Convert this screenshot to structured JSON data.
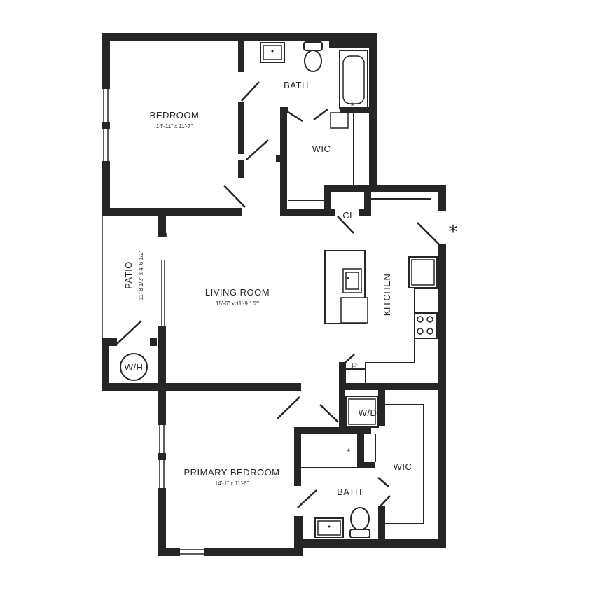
{
  "rooms": {
    "bedroom": {
      "name": "BEDROOM",
      "dims": "14'-11\" x 11'-7\""
    },
    "bath_upper": {
      "name": "BATH"
    },
    "wic_upper": {
      "name": "WIC"
    },
    "closet": {
      "name": "CL"
    },
    "patio": {
      "name": "PATIO",
      "dims": "11'-8 1/2\" x 4'-6 1/2\""
    },
    "water_heater": {
      "name": "W/H"
    },
    "living_room": {
      "name": "LIVING ROOM",
      "dims": "15'-6\" x 11'-9 1/2\""
    },
    "kitchen": {
      "name": "KITCHEN"
    },
    "pantry": {
      "name": "P"
    },
    "washer_dryer": {
      "name": "W/D"
    },
    "wic_lower": {
      "name": "WIC"
    },
    "primary_bedroom": {
      "name": "PRIMARY BEDROOM",
      "dims": "14'-1\" x 11'-6\""
    },
    "bath_lower": {
      "name": "BATH"
    }
  },
  "marker": "*",
  "colors": {
    "wall": "#262626",
    "background": "#ffffff"
  }
}
